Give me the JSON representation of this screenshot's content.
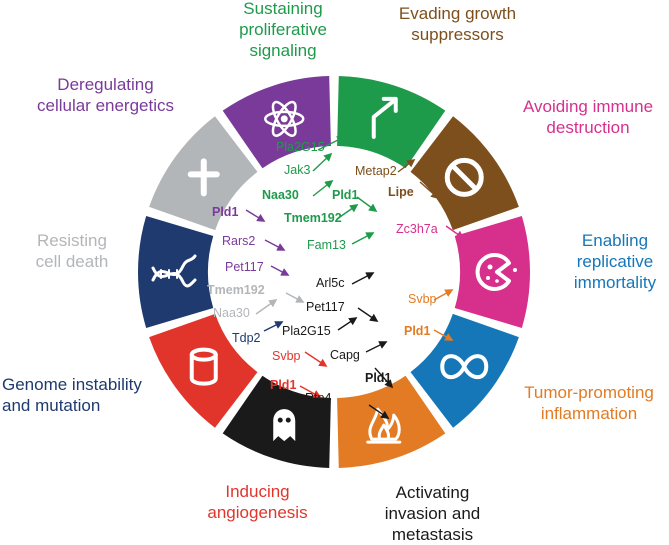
{
  "colors": {
    "proliferative": "#1e9a4b",
    "suppressors": "#7d4f1c",
    "immune": "#d7308c",
    "immortality": "#1677b8",
    "inflammation": "#e27b24",
    "invasion": "#1a1a1a",
    "angiogenesis": "#e1352c",
    "genome": "#1e3a6e",
    "cell_death": "#b3b6b9",
    "energetics": "#7a3a9a"
  },
  "hallmarks": [
    {
      "key": "proliferative",
      "lines": [
        "Sustaining",
        "proliferative",
        "signaling"
      ],
      "icon": "arrow-icon"
    },
    {
      "key": "suppressors",
      "lines": [
        "Evading growth",
        "suppressors"
      ],
      "icon": "no-entry-icon"
    },
    {
      "key": "immune",
      "lines": [
        "Avoiding immune",
        "destruction"
      ],
      "icon": "pacman-cell-icon"
    },
    {
      "key": "immortality",
      "lines": [
        "Enabling",
        "replicative",
        "immortality"
      ],
      "icon": "infinity-icon"
    },
    {
      "key": "inflammation",
      "lines": [
        "Tumor-promoting",
        "inflammation"
      ],
      "icon": "fire-icon"
    },
    {
      "key": "invasion",
      "lines": [
        "Activating",
        "invasion and",
        "metastasis"
      ],
      "icon": "ghost-icon"
    },
    {
      "key": "angiogenesis",
      "lines": [
        "Inducing",
        "angiogenesis"
      ],
      "icon": "vessel-icon"
    },
    {
      "key": "genome",
      "lines": [
        "Genome instability",
        "and mutation"
      ],
      "icon": "dna-icon"
    },
    {
      "key": "cell_death",
      "lines": [
        "Resisting",
        "cell death"
      ],
      "icon": "cross-icon"
    },
    {
      "key": "energetics",
      "lines": [
        "Deregulating",
        "cellular energetics"
      ],
      "icon": "atom-icon"
    }
  ],
  "genes": [
    {
      "text": "Pla2G15",
      "color": "proliferative",
      "bold": false
    },
    {
      "text": "Jak3",
      "color": "proliferative",
      "bold": false
    },
    {
      "text": "Naa30",
      "color": "proliferative",
      "bold": true
    },
    {
      "text": "Pld1",
      "color": "proliferative",
      "bold": true
    },
    {
      "text": "Tmem192",
      "color": "proliferative",
      "bold": true
    },
    {
      "text": "Fam13",
      "color": "proliferative",
      "bold": false
    },
    {
      "text": "Metap2",
      "color": "suppressors",
      "bold": false
    },
    {
      "text": "Lipe",
      "color": "suppressors",
      "bold": true
    },
    {
      "text": "Zc3h7a",
      "color": "immune",
      "bold": false
    },
    {
      "text": "Svbp",
      "color": "inflammation",
      "bold": false
    },
    {
      "text": "Pld1",
      "color": "inflammation",
      "bold": true
    },
    {
      "text": "Arl5c",
      "color": "invasion",
      "bold": false
    },
    {
      "text": "Pet117",
      "color": "invasion",
      "bold": false
    },
    {
      "text": "Pla2G15",
      "color": "invasion",
      "bold": false
    },
    {
      "text": "Capg",
      "color": "invasion",
      "bold": false
    },
    {
      "text": "Pld1",
      "color": "invasion",
      "bold": true
    },
    {
      "text": "Rtp4",
      "color": "invasion",
      "bold": false
    },
    {
      "text": "Svbp",
      "color": "angiogenesis",
      "bold": false
    },
    {
      "text": "Pld1",
      "color": "angiogenesis",
      "bold": true
    },
    {
      "text": "Tdp2",
      "color": "genome",
      "bold": false
    },
    {
      "text": "Tmem192",
      "color": "cell_death",
      "bold": true
    },
    {
      "text": "Naa30",
      "color": "cell_death",
      "bold": false
    },
    {
      "text": "Pld1",
      "color": "energetics",
      "bold": true
    },
    {
      "text": "Rars2",
      "color": "energetics",
      "bold": false
    },
    {
      "text": "Pet117",
      "color": "energetics",
      "bold": false
    }
  ]
}
